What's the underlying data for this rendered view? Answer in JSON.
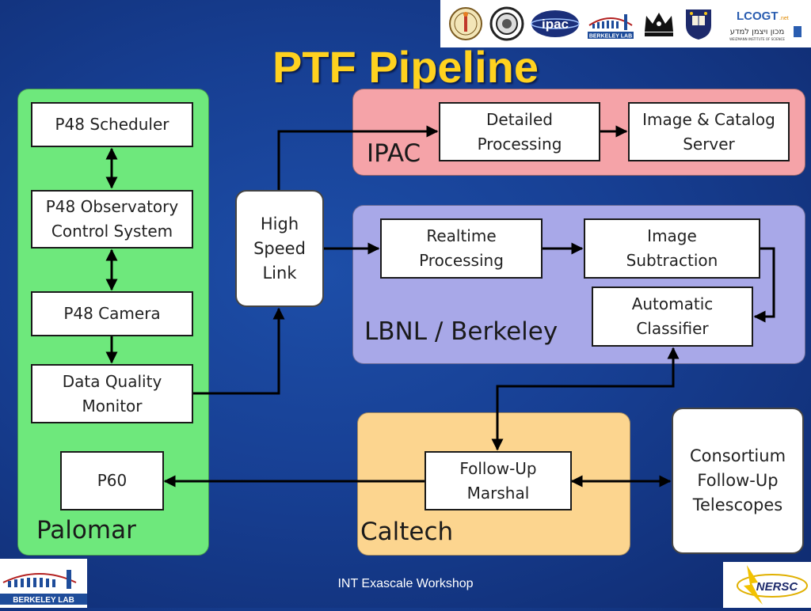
{
  "title": "PTF Pipeline",
  "footer": "INT Exascale Workshop",
  "panels": {
    "palomar": "Palomar",
    "ipac": "IPAC",
    "lbnl": "LBNL / Berkeley",
    "caltech": "Caltech"
  },
  "nodes": {
    "p48_scheduler": "P48 Scheduler",
    "p48_ocs": "P48 Observatory\nControl System",
    "p48_camera": "P48 Camera",
    "dq_monitor": "Data Quality\nMonitor",
    "p60": "P60",
    "high_speed_link": "High\nSpeed\nLink",
    "detailed_processing": "Detailed\nProcessing",
    "image_catalog_server": "Image & Catalog\nServer",
    "realtime_processing": "Realtime\nProcessing",
    "image_subtraction": "Image\nSubtraction",
    "automatic_classifier": "Automatic\nClassifier",
    "followup_marshal": "Follow-Up\nMarshal",
    "consortium_telescopes": "Consortium\nFollow-Up\nTelescopes"
  },
  "logos": {
    "berkeley_lab_text": "BERKELEY LAB",
    "ipac_text": "ipac",
    "lcogt_text": "LCOGT",
    "lcogt_suffix": ".net",
    "weizmann_text": "מכון ויצמן למדע",
    "weizmann_sub": "WEIZMANN INSTITUTE OF SCIENCE",
    "nersc_text": "NERSC"
  },
  "colors": {
    "background": "#173f93",
    "title": "#ffd21f",
    "palomar": "#6ee87c",
    "ipac": "#f5a3a8",
    "lbnl": "#a8a8e8",
    "caltech": "#fcd58f"
  }
}
